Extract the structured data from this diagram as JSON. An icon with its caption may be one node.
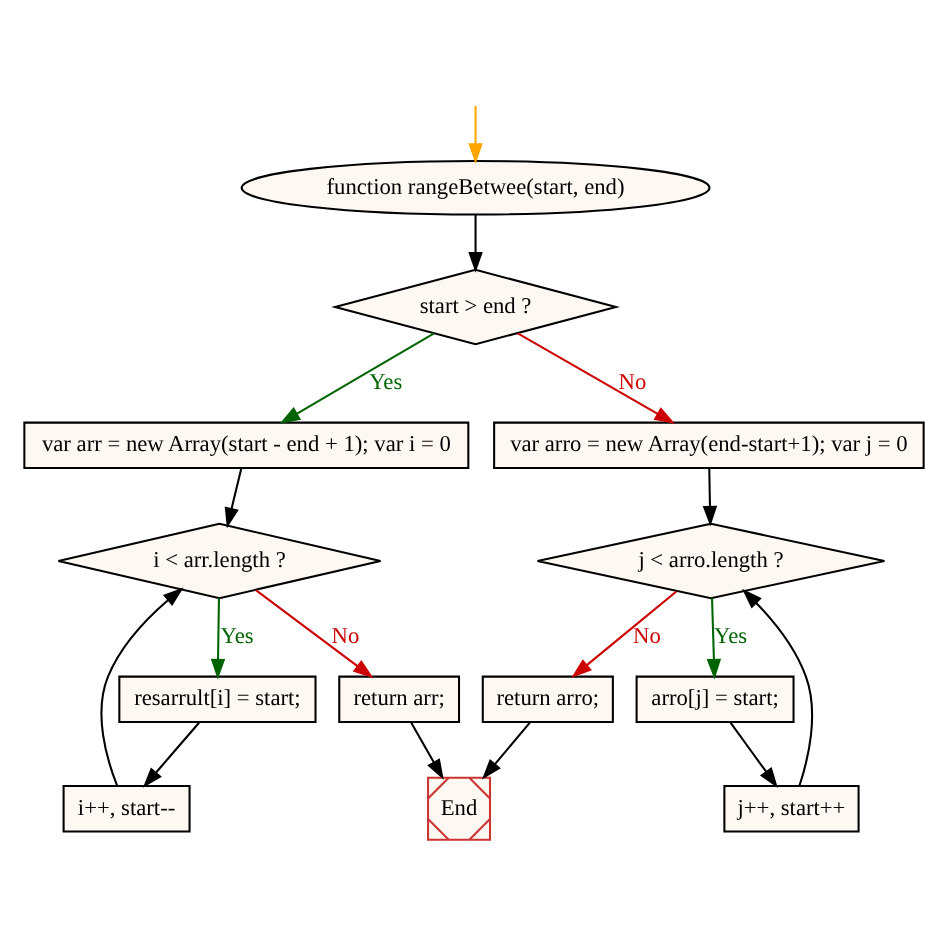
{
  "diagram": {
    "nodes": [
      {
        "text": [
          "function rangeBetwee(start, end)"
        ]
      },
      {
        "text": [
          "start > end ?"
        ]
      },
      {
        "text": [
          "var arr = new Array(start - end + 1); var i = 0"
        ]
      },
      {
        "text": [
          "var arro = new Array(end-start+1); var j = 0"
        ]
      },
      {
        "text": [
          "i < arr.length ?"
        ]
      },
      {
        "text": [
          "j < arro.length ?"
        ]
      },
      {
        "text": [
          "resarrult[i] = start;"
        ]
      },
      {
        "text": [
          "return arr;"
        ]
      },
      {
        "text": [
          "return arro;"
        ]
      },
      {
        "text": [
          "arro[j] = start;"
        ]
      },
      {
        "text": [
          "i++, start--"
        ]
      },
      {
        "text": [
          "End"
        ]
      },
      {
        "text": [
          "j++, start++"
        ]
      }
    ],
    "edges": [
      {
        "from": null,
        "to": 0,
        "arrow": "to",
        "color": "#ffa500"
      },
      {
        "from": 0,
        "to": 1,
        "arrow": "to"
      },
      {
        "from": 1,
        "to": 2,
        "arrow": "to",
        "label": "Yes",
        "color": "#006400"
      },
      {
        "from": 1,
        "to": 3,
        "arrow": "to",
        "label": "No",
        "color": "#cc0000"
      },
      {
        "from": 2,
        "to": 4,
        "arrow": "to"
      },
      {
        "from": 3,
        "to": 5,
        "arrow": "to"
      },
      {
        "from": 4,
        "to": 6,
        "arrow": "to",
        "label": "Yes",
        "color": "#006400"
      },
      {
        "from": 4,
        "to": 7,
        "arrow": "to",
        "label": "No",
        "color": "#cc0000"
      },
      {
        "from": 5,
        "to": 8,
        "arrow": "to",
        "label": "No",
        "color": "#cc0000"
      },
      {
        "from": 5,
        "to": 9,
        "arrow": "to",
        "label": "Yes",
        "color": "#006400"
      },
      {
        "from": 6,
        "to": 10,
        "arrow": "to"
      },
      {
        "from": 10,
        "to": 4,
        "arrow": "to"
      },
      {
        "from": 7,
        "to": 11,
        "arrow": "to"
      },
      {
        "from": 8,
        "to": 11,
        "arrow": "to"
      },
      {
        "from": 9,
        "to": 12,
        "arrow": "to"
      },
      {
        "from": 12,
        "to": 5,
        "arrow": "to"
      }
    ]
  }
}
